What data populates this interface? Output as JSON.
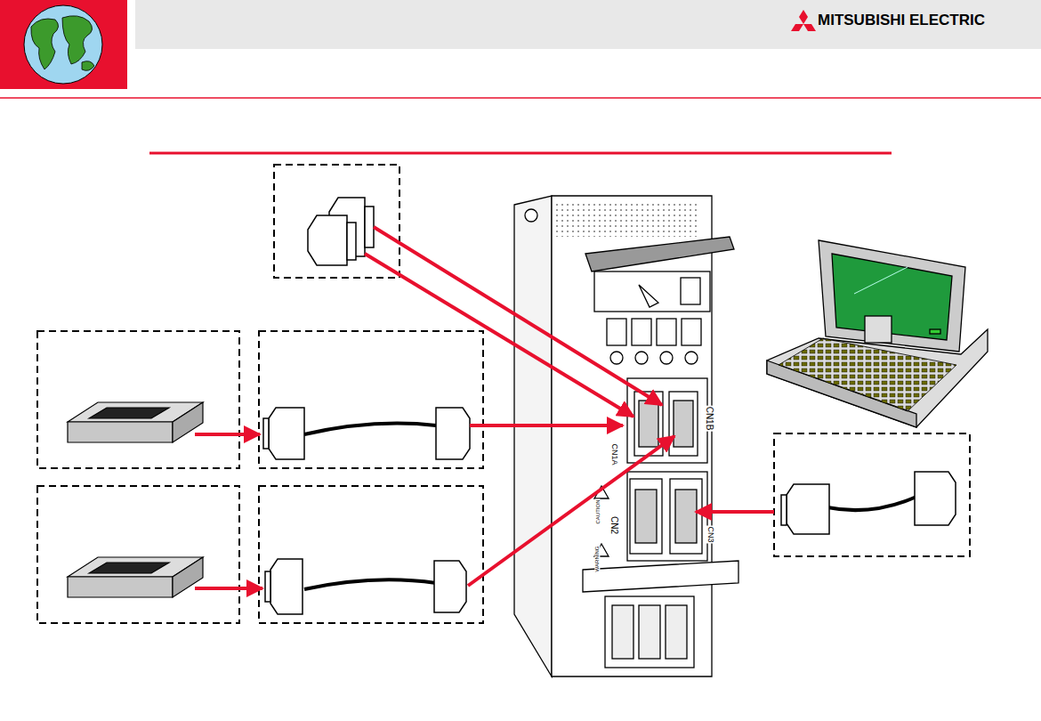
{
  "diagram": {
    "labels": [
      "MITSUBISHI ELECTRIC",
      "CN1A",
      "CN1B",
      "CN2",
      "CN3",
      "CAUTION",
      "WARNING"
    ]
  }
}
